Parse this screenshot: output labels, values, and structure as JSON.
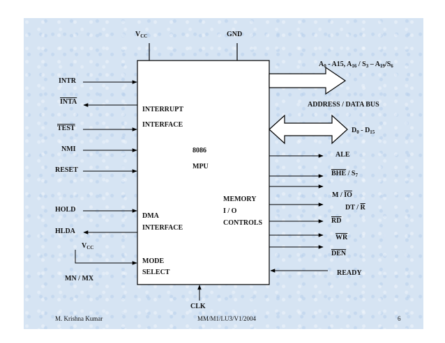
{
  "power": {
    "vcc_top": {
      "main": "V",
      "sub": "CC"
    },
    "gnd": "GND",
    "vcc_mode": {
      "main": "V",
      "sub": "CC"
    }
  },
  "inputs_left": {
    "intr": "INTR",
    "inta": "INTA",
    "test": "TEST",
    "nmi": "NMI",
    "reset": "RESET",
    "hold": "HOLD",
    "hlda": "HLDA",
    "mn_mx": "MN / MX"
  },
  "block": {
    "interrupt_line1": "INTERRUPT",
    "interrupt_line2": "INTERFACE",
    "mpu_line1": "8086",
    "mpu_line2": "MPU",
    "dma_line1": "DMA",
    "dma_line2": "INTERFACE",
    "mode_line1": "MODE",
    "mode_line2": "SELECT",
    "memio_line1": "MEMORY",
    "memio_line2": "I / O",
    "memio_line3": "CONTROLS"
  },
  "bus": {
    "address_label": {
      "p1": "A",
      "s1": "0",
      "p2": " - A15,  A",
      "s2": "16",
      "p3": " / S",
      "s3": "3",
      "p4": " – A",
      "s4": "19",
      "p5": "/S",
      "s5": "6"
    },
    "address_data_bus": "ADDRESS / DATA BUS",
    "data_label": {
      "p1": "D",
      "s1": "0",
      "p2": "  -  D",
      "s2": "15"
    }
  },
  "outputs_right": {
    "ale": "ALE",
    "bhe": "BHE",
    "s7_prefix": " / S",
    "s7_sub": "7",
    "m": "M / ",
    "io": "IO",
    "dt": "DT / ",
    "r": "R",
    "rd": "RD",
    "wr": "WR",
    "den": "DEN",
    "ready": "READY"
  },
  "clock": "CLK",
  "footer": {
    "author": "M. Krishna Kumar",
    "code": "MM/M1/LU3/V1/2004",
    "page": "6"
  }
}
